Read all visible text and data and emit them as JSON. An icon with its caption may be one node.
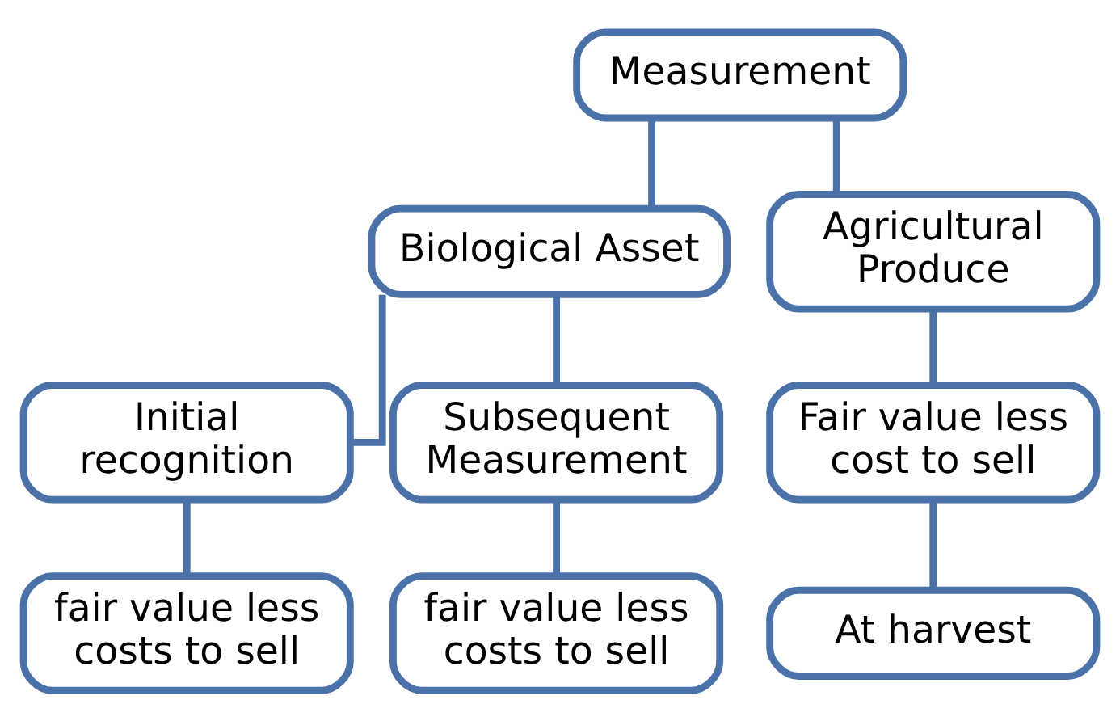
{
  "diagram": {
    "nodes": [
      {
        "text": [
          "Measurement"
        ]
      },
      {
        "text": [
          "Biological Asset"
        ]
      },
      {
        "text": [
          "Agricultural Produce"
        ]
      },
      {
        "text": [
          "Initial recognition"
        ]
      },
      {
        "text": [
          "Subsequent Measurement"
        ]
      },
      {
        "text": [
          "Fair value less cost to sell"
        ]
      },
      {
        "text": [
          "fair value less costs to sell"
        ]
      },
      {
        "text": [
          "fair value less costs to sell"
        ]
      },
      {
        "text": [
          "At harvest"
        ]
      }
    ],
    "edges": [
      {
        "from": 0,
        "to": 1,
        "arrow": "none"
      },
      {
        "from": 0,
        "to": 2,
        "arrow": "none"
      },
      {
        "from": 1,
        "to": 3,
        "arrow": "none"
      },
      {
        "from": 1,
        "to": 4,
        "arrow": "none"
      },
      {
        "from": 2,
        "to": 5,
        "arrow": "none"
      },
      {
        "from": 3,
        "to": 6,
        "arrow": "none"
      },
      {
        "from": 4,
        "to": 7,
        "arrow": "none"
      },
      {
        "from": 5,
        "to": 8,
        "arrow": "none"
      }
    ]
  }
}
